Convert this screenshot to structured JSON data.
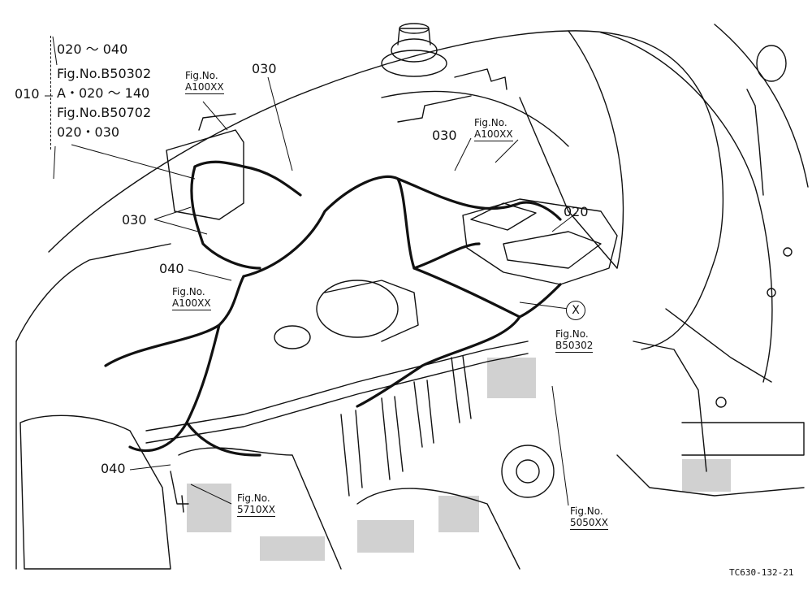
{
  "callout_main": {
    "number": "010",
    "lines": [
      "020 ～ 040",
      "Fig.No.B50302",
      "A・020 ～ 140",
      "Fig.No.B50702",
      "020・030"
    ]
  },
  "labels": {
    "fig_a100xx_top": {
      "line1": "Fig.No.",
      "line2": "A100XX"
    },
    "fig_a100xx_right": {
      "line1": "Fig.No.",
      "line2": "A100XX"
    },
    "fig_a100xx_left": {
      "line1": "Fig.No.",
      "line2": "A100XX"
    },
    "fig_b50302": {
      "line1": "Fig.No.",
      "line2": "B50302"
    },
    "fig_5710xx": {
      "line1": "Fig.No.",
      "line2": "5710XX"
    },
    "fig_5050xx": {
      "line1": "Fig.No.",
      "line2": "5050XX"
    }
  },
  "part_numbers": {
    "p030_top": "030",
    "p030_right": "030",
    "p030_left": "030",
    "p020": "020",
    "p040_mid": "040",
    "p040_bottom": "040"
  },
  "connector_marker": "X",
  "drawing_code": "TC630-132-21"
}
